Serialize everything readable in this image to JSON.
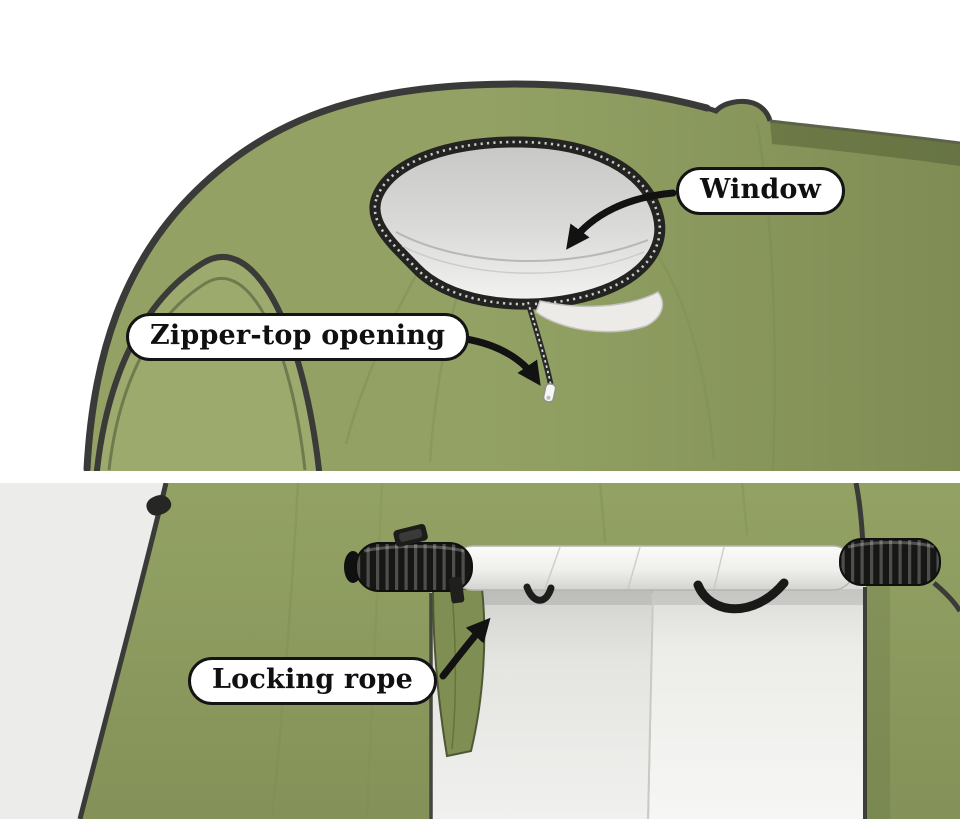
{
  "callouts": {
    "window": {
      "label": "Window"
    },
    "zipper_top": {
      "label": "Zipper-top opening"
    },
    "locking_rope": {
      "label": "Locking rope"
    }
  },
  "colors": {
    "tent_green": "#93a264",
    "tent_green_dark": "#7c8b50",
    "tent_green_light": "#a4b176",
    "frame_dark": "#3a3a38",
    "panel_bg": "#ececea",
    "callout_bg": "#ffffff",
    "callout_border": "#141414",
    "callout_text": "#101010",
    "arrow": "#121212"
  }
}
